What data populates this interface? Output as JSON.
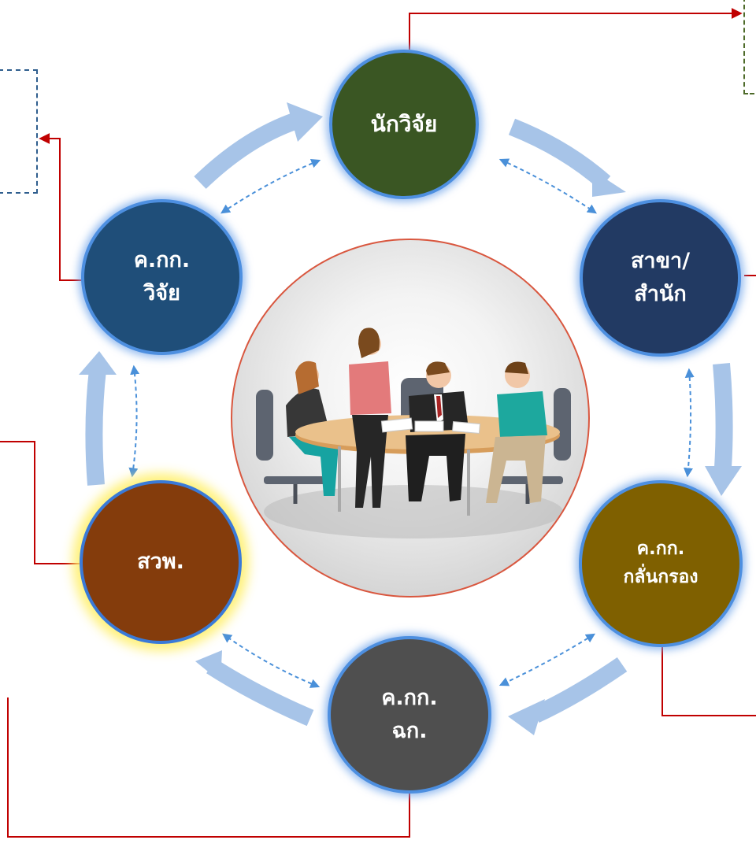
{
  "nodes": {
    "researcher": {
      "label": "นักวิจัย"
    },
    "branch": {
      "line1": "สาขา/",
      "line2": "สำนัก"
    },
    "screening": {
      "line1": "ค.กก.",
      "line2": "กลั่นกรอง"
    },
    "executive": {
      "line1": "ค.กก.",
      "line2": "ฉก."
    },
    "institute": {
      "label": "สวพ."
    },
    "committee": {
      "line1": "ค.กก.",
      "line2": "วิจัย"
    }
  },
  "colors": {
    "researcher": "#3a5623",
    "branch": "#223a63",
    "screening": "#7f6000",
    "executive": "#4f4f4f",
    "institute": "#843c0c",
    "committee": "#1f4e79",
    "cycle_arrow": "#a7c4e8",
    "dashed_link": "#4a90d9",
    "connector": "#c00000"
  },
  "illustration": {
    "icon": "business-meeting-illustration"
  }
}
